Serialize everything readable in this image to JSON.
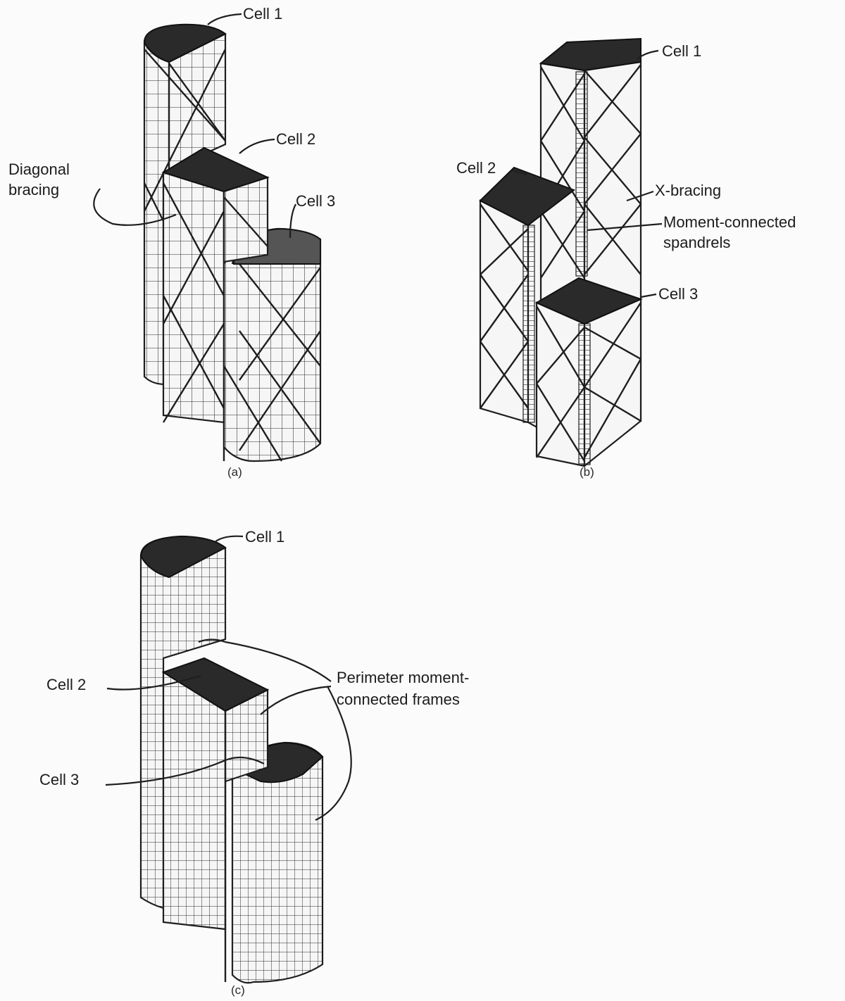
{
  "panels": {
    "a": {
      "caption": "(a)",
      "labels": {
        "cell1": "Cell 1",
        "cell2": "Cell 2",
        "cell3": "Cell 3",
        "bracing_line1": "Diagonal",
        "bracing_line2": "bracing"
      }
    },
    "b": {
      "caption": "(b)",
      "labels": {
        "cell1": "Cell 1",
        "cell2": "Cell 2",
        "cell3": "Cell 3",
        "xbracing": "X-bracing",
        "spandrels_line1": "Moment-connected",
        "spandrels_line2": "spandrels"
      }
    },
    "c": {
      "caption": "(c)",
      "labels": {
        "cell1": "Cell 1",
        "cell2": "Cell 2",
        "cell3": "Cell 3",
        "frames_line1": "Perimeter moment-",
        "frames_line2": "connected frames"
      }
    }
  }
}
